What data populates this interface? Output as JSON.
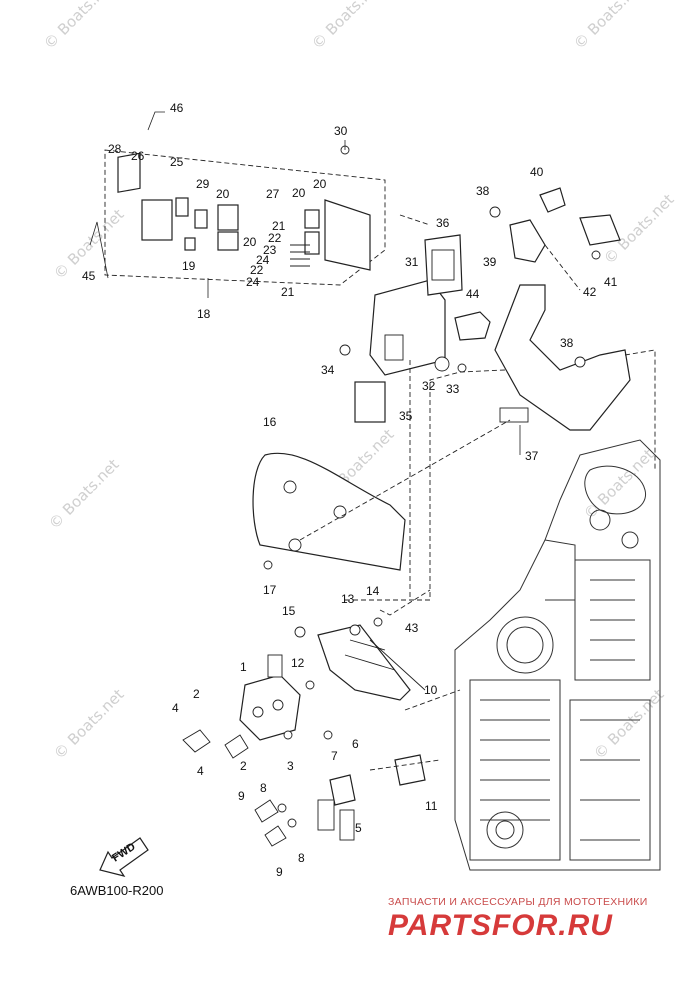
{
  "diagram_code": "6AWB100-R200",
  "watermark": "© Boats.net",
  "direction_marker": "FWD",
  "branding": {
    "tagline": "ЗАПЧАСТИ И АКСЕССУАРЫ ДЛЯ МОТОТЕХНИКИ",
    "logo_text": "PARTSFOR.RU",
    "brand_color": "#d63a3a"
  },
  "part_numbers": [
    "1",
    "2",
    "3",
    "4",
    "5",
    "6",
    "7",
    "8",
    "9",
    "10",
    "11",
    "12",
    "13",
    "14",
    "15",
    "16",
    "17",
    "18",
    "19",
    "20",
    "21",
    "22",
    "23",
    "24",
    "25",
    "26",
    "27",
    "28",
    "29",
    "30",
    "31",
    "32",
    "33",
    "34",
    "35",
    "36",
    "37",
    "38",
    "39",
    "40",
    "41",
    "42",
    "43",
    "44",
    "45",
    "46"
  ]
}
